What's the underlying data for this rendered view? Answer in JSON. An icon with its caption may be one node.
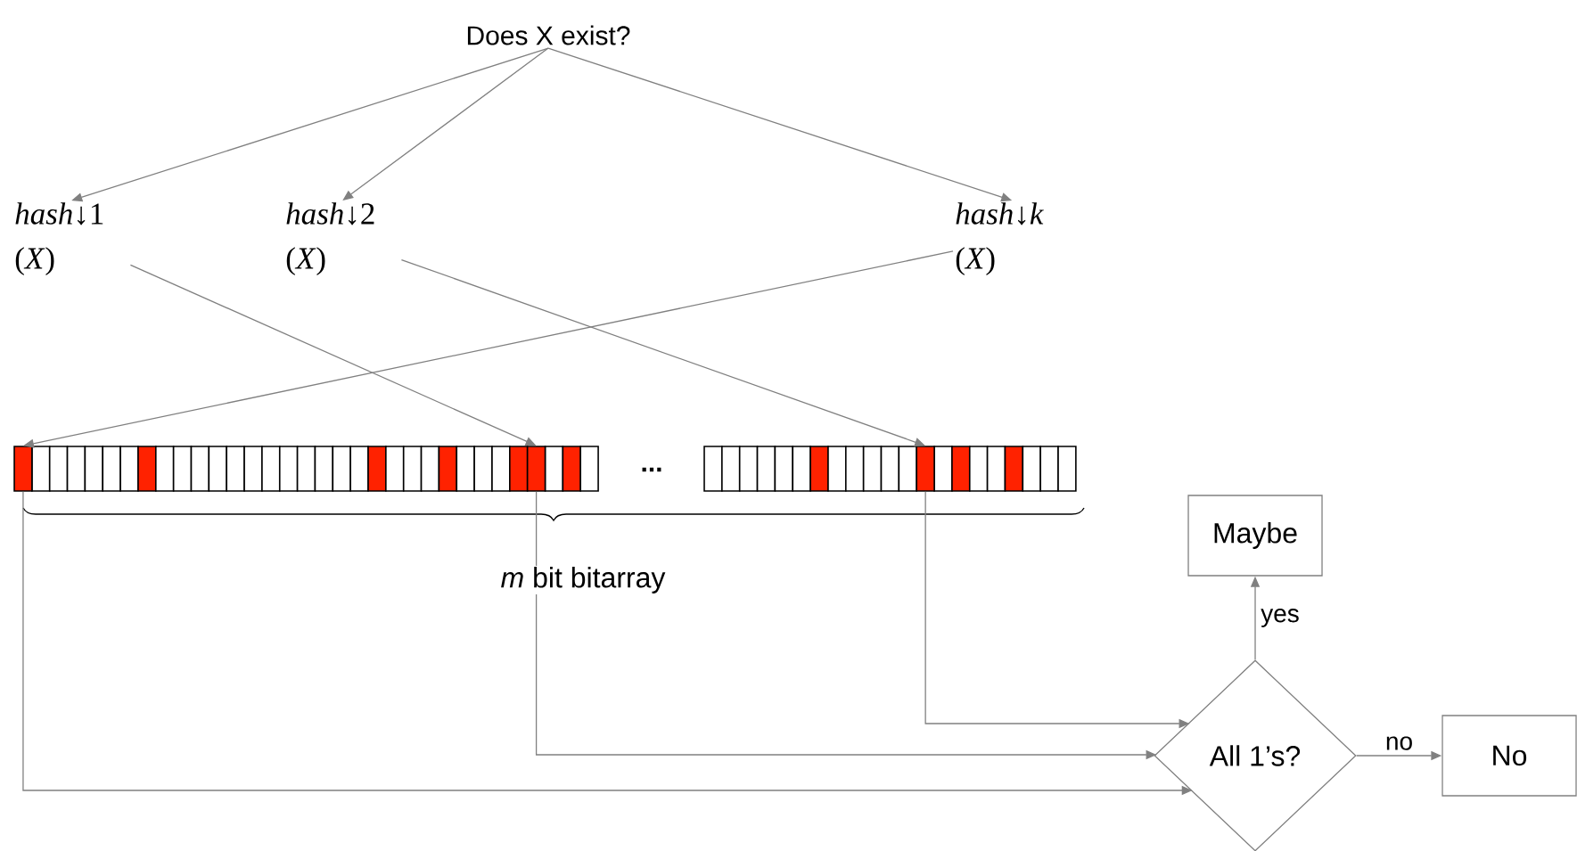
{
  "diagram": {
    "nodes": [
      {
        "text": [
          "Does X exist?"
        ]
      },
      {
        "text": [
          "*hash*↓1 (*X*)"
        ]
      },
      {
        "text": [
          "*hash*↓2 (*X*)"
        ]
      },
      {
        "text": [
          "*hash*↓*k* (*X*)"
        ]
      },
      {
        "text": [],
        "shape": "bar"
      },
      {
        "text": [],
        "shape": "bar"
      },
      {
        "text": [],
        "shape": "bar"
      },
      {
        "text": [
          "Maybe"
        ]
      },
      {
        "text": [
          "All 1’s?"
        ]
      },
      {
        "text": [
          "No"
        ]
      }
    ],
    "edges": [
      {
        "from": 0,
        "to": 1,
        "arrow": "to"
      },
      {
        "from": 0,
        "to": 2,
        "arrow": "to"
      },
      {
        "from": 0,
        "to": 3,
        "arrow": "to"
      },
      {
        "from": 1,
        "to": 5,
        "arrow": "to"
      },
      {
        "from": 2,
        "to": 6,
        "arrow": "to"
      },
      {
        "from": 3,
        "to": 4,
        "arrow": "to"
      },
      {
        "from": 4,
        "to": 8,
        "arrow": "to"
      },
      {
        "from": 5,
        "to": 8,
        "arrow": "to"
      },
      {
        "from": 6,
        "to": 8,
        "arrow": "to"
      },
      {
        "from": 8,
        "to": 7,
        "label": "yes",
        "arrow": "to"
      },
      {
        "from": 8,
        "to": 9,
        "label": "no",
        "arrow": "to"
      }
    ],
    "labels": [
      "...",
      "*m* bit bitarray"
    ]
  }
}
